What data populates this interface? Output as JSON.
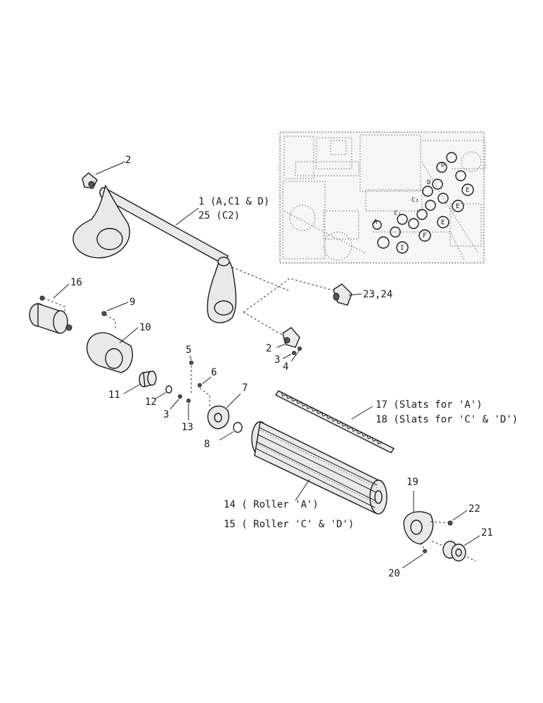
{
  "diagram": {
    "callouts": {
      "c2_top": "2",
      "c1_shaft": "1 (A,C1 & D)",
      "c25_shaft": "25 (C2)",
      "c23_24": "23,24",
      "c16": "16",
      "c9": "9",
      "c10": "10",
      "c2_mid": "2",
      "c3_mid": "3",
      "c4": "4",
      "c5": "5",
      "c6": "6",
      "c11": "11",
      "c12": "12",
      "c3_low": "3",
      "c13": "13",
      "c7": "7",
      "c8": "8",
      "c17": "17 (Slats for 'A')",
      "c18": "18 (Slats for 'C' & 'D')",
      "c14": "14 ( Roller 'A')",
      "c15": "15 ( Roller 'C' & 'D')",
      "c19": "19",
      "c22": "22",
      "c21": "21",
      "c20": "20"
    },
    "inset": {
      "letters": {
        "d1": "D",
        "d2": "D",
        "e1": "E",
        "e2": "E",
        "e3": "E",
        "c1": "C₁",
        "c2": "C₂",
        "a": "A",
        "f": "F",
        "i": "I"
      }
    }
  }
}
